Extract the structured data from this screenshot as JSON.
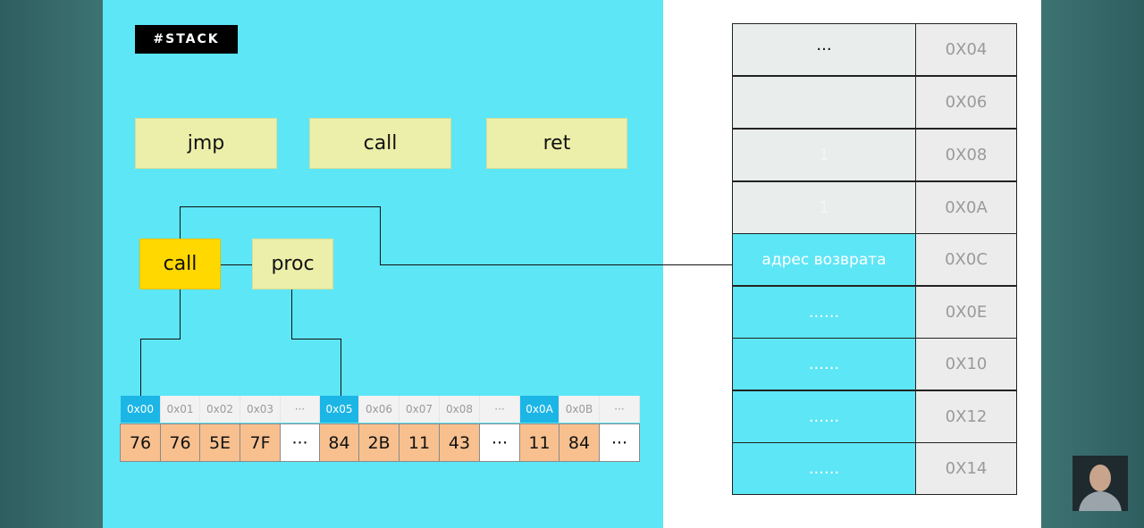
{
  "tag": "#STACK",
  "commands": {
    "jmp": "jmp",
    "call": "call",
    "ret": "ret"
  },
  "flow": {
    "call": "call",
    "proc": "proc"
  },
  "memory": {
    "addresses": [
      "0x00",
      "0x01",
      "0x02",
      "0x03",
      "···",
      "0x05",
      "0x06",
      "0x07",
      "0x08",
      "···",
      "0x0A",
      "0x0B",
      "···"
    ],
    "values": [
      "76",
      "76",
      "5E",
      "7F",
      "···",
      "84",
      "2B",
      "11",
      "43",
      "···",
      "11",
      "84",
      "···"
    ],
    "highlighted_addresses": [
      "0x00",
      "0x05",
      "0x0A"
    ]
  },
  "stack": {
    "rows": [
      {
        "value": "···",
        "address": "0X04"
      },
      {
        "value": "",
        "address": "0X06"
      },
      {
        "value": "1",
        "address": "0X08"
      },
      {
        "value": "1",
        "address": "0X0A"
      },
      {
        "value": "адрес возврата",
        "address": "0X0C"
      },
      {
        "value": "......",
        "address": "0X0E"
      },
      {
        "value": "......",
        "address": "0X10"
      },
      {
        "value": "......",
        "address": "0X12"
      },
      {
        "value": "......",
        "address": "0X14"
      }
    ]
  },
  "colors": {
    "slide_bg": "#5de6f6",
    "command_box": "#ecefaa",
    "highlight_box": "#ffd800",
    "memory_value": "#f8c08f",
    "memory_address_selected": "#1bb6e6"
  }
}
